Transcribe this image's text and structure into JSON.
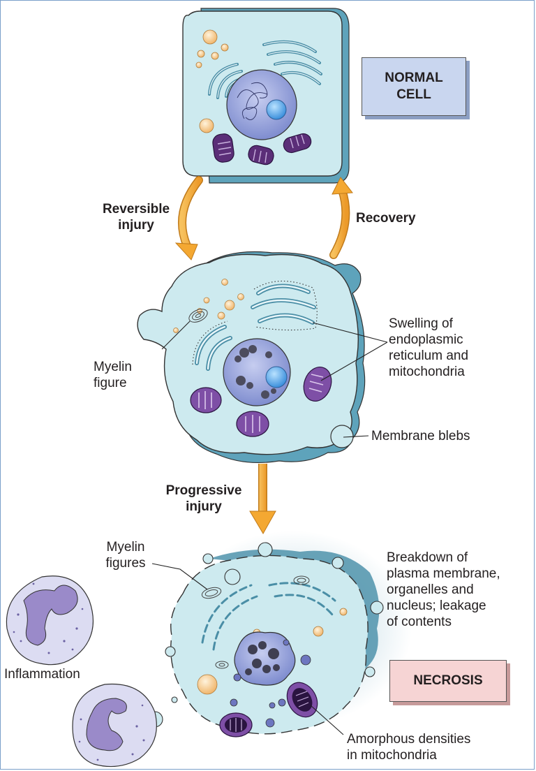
{
  "stages": {
    "normal": {
      "line1": "NORMAL",
      "line2": "CELL"
    },
    "necrosis": {
      "label": "NECROSIS"
    }
  },
  "transitions": {
    "reversible": {
      "line1": "Reversible",
      "line2": "injury"
    },
    "recovery": {
      "label": "Recovery"
    },
    "progressive": {
      "line1": "Progressive",
      "line2": "injury"
    }
  },
  "annotations": {
    "swelling": [
      "Swelling of",
      "endoplasmic",
      "reticulum and",
      "mitochondria"
    ],
    "myelin_figure": [
      "Myelin",
      "figure"
    ],
    "membrane_blebs": "Membrane blebs",
    "myelin_figures": [
      "Myelin",
      "figures"
    ],
    "breakdown": [
      "Breakdown of",
      "plasma membrane,",
      "organelles and",
      "nucleus; leakage",
      "of contents"
    ],
    "inflammation": "Inflammation",
    "amorphous": [
      "Amorphous densities",
      "in mitochondria"
    ]
  },
  "colors": {
    "cytoplasm": "#cdeaef",
    "cell_shadow": "#5ea3bb",
    "nucleus": "#8e9cd6",
    "mitochondria": "#5b2e78",
    "arrow": "#f4a832",
    "normal_box": "#c9d6ef",
    "necrosis_box": "#f6d4d4",
    "leukocyte": "#dcdcf2"
  }
}
